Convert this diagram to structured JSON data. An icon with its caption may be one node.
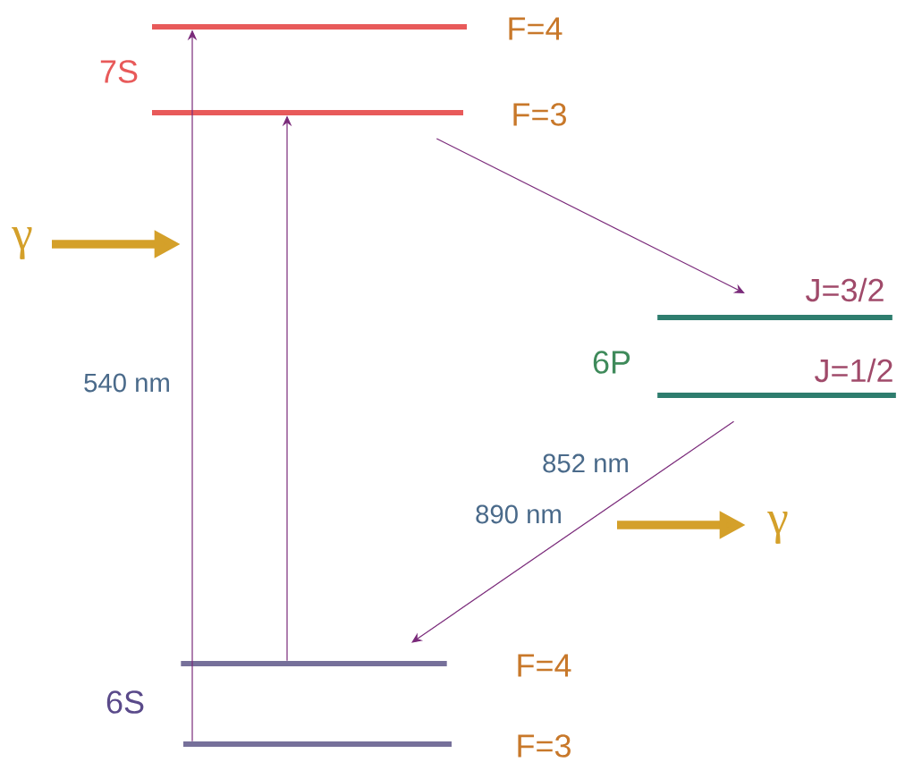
{
  "diagram": {
    "nodes": [
      {
        "text": [
          "F=4"
        ]
      },
      {
        "text": [
          "F=3"
        ]
      },
      {
        "text": [
          "J=3/2"
        ]
      },
      {
        "text": [
          "J=1/2"
        ]
      },
      {
        "text": [
          "F=4"
        ]
      },
      {
        "text": [
          "F=3"
        ]
      }
    ],
    "edges": [
      {
        "from": 5,
        "to": 0,
        "arrow": "to"
      },
      {
        "from": 4,
        "to": 1,
        "arrow": "to"
      },
      {
        "from": 1,
        "to": 2,
        "arrow": "to"
      },
      {
        "from": 3,
        "to": 4,
        "arrow": "to"
      }
    ],
    "labels": [
      "7S",
      "γ",
      "540 nm",
      "6P",
      "852 nm",
      "890 nm",
      "γ",
      "6S"
    ]
  }
}
